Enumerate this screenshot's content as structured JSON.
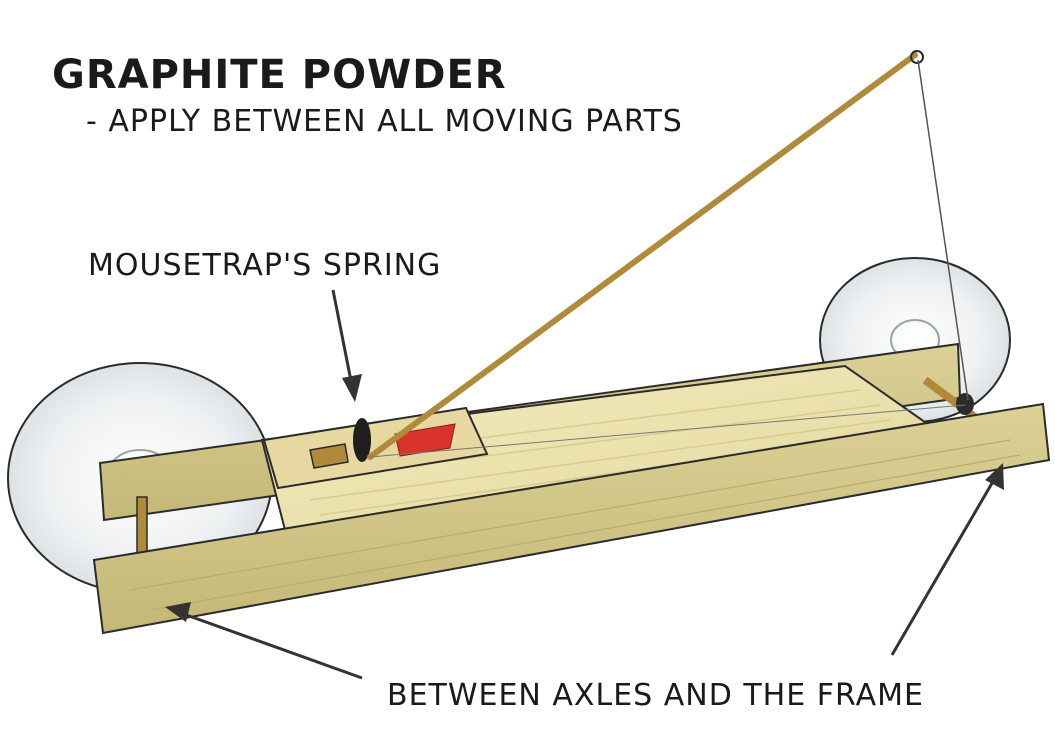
{
  "title": "GRAPHITE POWDER",
  "subtitle": "- APPLY BETWEEN ALL MOVING PARTS",
  "callouts": {
    "spring": "MOUSETRAP'S SPRING",
    "axles": "BETWEEN AXLES AND THE FRAME"
  },
  "colors": {
    "wood_light": "#eee6b2",
    "wood_mid": "#d6cb8a",
    "wood_dark": "#b9ad6d",
    "brass": "#b08a3a",
    "trap_red": "#d9342b",
    "outline": "#2b2b2b",
    "cd_disc": "#f4f6f7"
  }
}
